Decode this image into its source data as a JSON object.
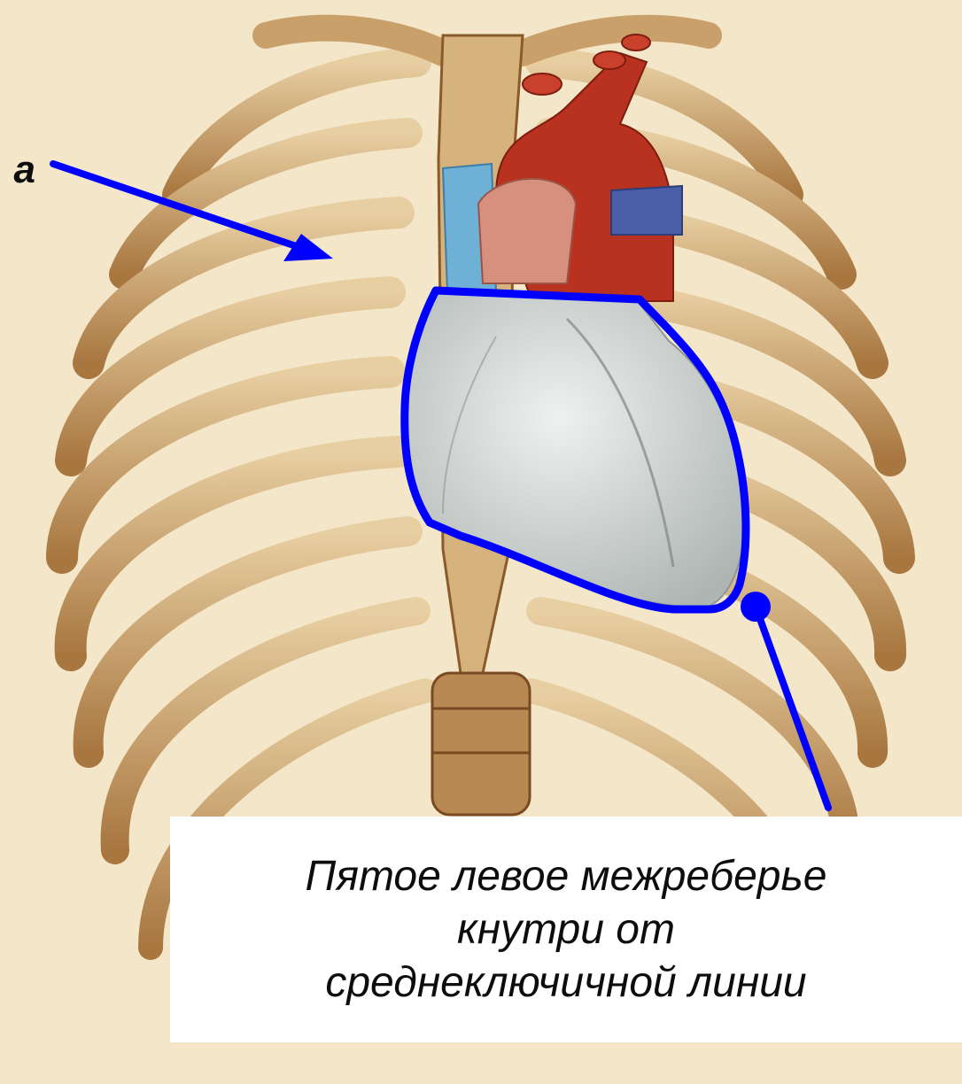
{
  "labels": {
    "top_left_fragment": "а",
    "caption_lines": [
      "Пятое левое межреберье",
      "кнутри от",
      "среднеключичной линии"
    ]
  },
  "colors": {
    "background": "#f3e6c9",
    "bone": "#c9a06a",
    "bone_shadow": "#8a5a2b",
    "heart": "#d7dcda",
    "aorta": "#b8321f",
    "vessel_blue": "#5fa0c8",
    "outline": "#0000ff",
    "caption_bg": "#ffffff"
  },
  "icons": {
    "pointer_arrow": "arrow-icon",
    "apex_marker": "dot-marker-icon"
  }
}
